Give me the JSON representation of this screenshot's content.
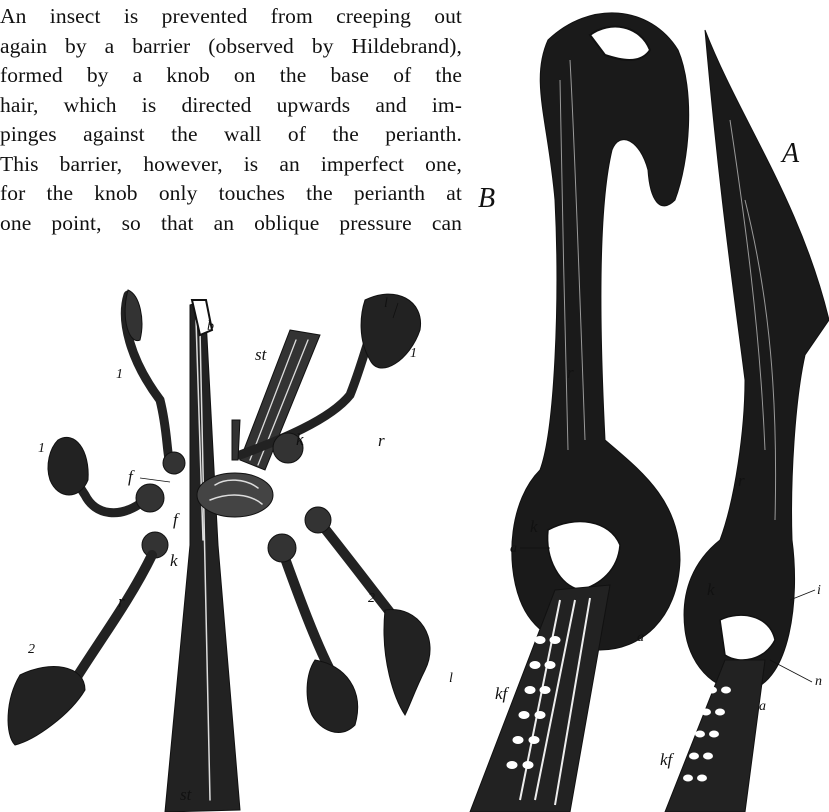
{
  "text": {
    "lines": [
      "An insect is prevented from creeping out",
      "again by a barrier (observed by Hildebrand),",
      "formed by a knob on the base of the",
      "hair, which is directed upwards and im-",
      "pinges against the wall of the perianth.",
      "This barrier, however, is an imperfect one,",
      "for the knob only touches the perianth at",
      "one point, so that an oblique pressure can"
    ]
  },
  "figure_left": {
    "labels": {
      "b": "b",
      "st_top": "st",
      "st_bottom": "st",
      "l_top_right": "l",
      "one_a": "1",
      "one_b": "1",
      "one_c": "1",
      "one_d": "1",
      "k_center": "k",
      "k_left": "k",
      "f_upper": "f",
      "f_lower": "f",
      "r_left": "r",
      "r_right": "r",
      "two_left": "2",
      "two_right": "2",
      "l_bottom_right": "l"
    }
  },
  "figure_right": {
    "labels": {
      "B": "B",
      "A": "A",
      "r_B": "r",
      "r_A": "r",
      "k_B": "k",
      "k_A": "k",
      "a_B_upper": "a",
      "a_B_lower": "a",
      "a_A": "a",
      "n_A": "n",
      "i_A": "i",
      "kf_B": "kf",
      "kf_A": "kf"
    }
  },
  "colors": {
    "ink": "#111111",
    "paper": "#ffffff"
  }
}
